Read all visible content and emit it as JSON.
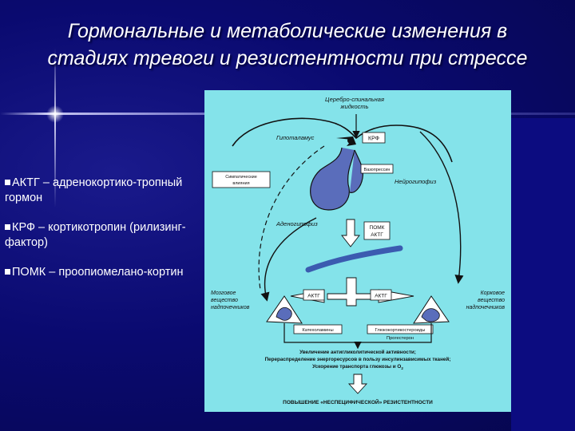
{
  "slide": {
    "title_line1": "Гормональные и метаболические изменения в",
    "title_line2": "стадиях тревоги и резистентности при стрессе"
  },
  "bullets": [
    {
      "term": "АКТГ",
      "text": " – адренокортико-тропный гормон"
    },
    {
      "term": "КРФ",
      "text": " – кортикотропин (рилизинг-фактор)"
    },
    {
      "term": "ПОМК",
      "text": " – проопиомелано-кортин"
    }
  ],
  "diagram": {
    "csf_line1": "Церебро-спинальная",
    "csf_line2": "жидкость",
    "hypothalamus": "Гипоталамус",
    "crf_box": "КРФ",
    "sympathetic_line1": "Симпатические",
    "sympathetic_line2": "влияния",
    "vasopressin_box": "Вазопрессин",
    "neurohypophysis": "Нейрогипофиз",
    "adenohypophysis": "Аденогипофиз",
    "pomc_line1": "ПОМК",
    "pomc_line2": "АКТГ",
    "medulla_line1": "Мозговое",
    "medulla_line2": "вещество",
    "medulla_line3": "надпочечников",
    "cortex_line1": "Корковое",
    "cortex_line2": "вещество",
    "cortex_line3": "надпочечников",
    "actg_left": "АКТГ",
    "actg_right": "АКТГ",
    "catecholamines": "Катехоламины",
    "glucocorticoids": "Глюкокортикостероиды",
    "progesterone": "Прогестерон",
    "effect_line1": "Увеличение антигликолитической активности;",
    "effect_line2": "Перераспределение энергоресурсов в пользу инсулинзависимых тканей;",
    "effect_line3": "Ускорение транспорта глюкозы и O",
    "effect_line3_sub": "2",
    "result": "ПОВЫШЕНИЕ «НЕСПЕЦИФИЧЕСКОЙ» РЕЗИСТЕНТНОСТИ"
  },
  "colors": {
    "background": "#0a0a70",
    "diagram_bg": "#84e3ea",
    "title_text": "#ffffff"
  }
}
